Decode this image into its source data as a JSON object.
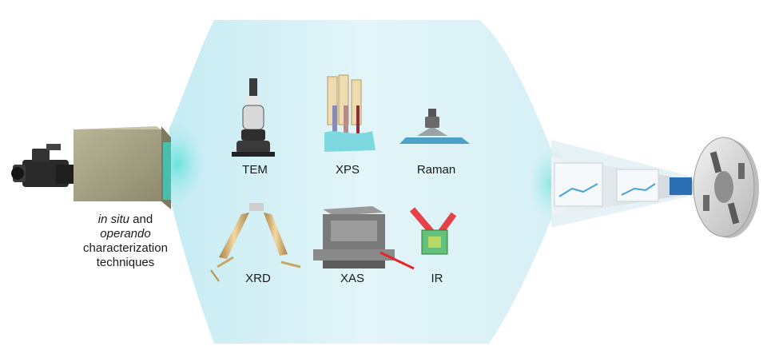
{
  "caption": {
    "line1_italic": "in situ",
    "line1_rest": " and",
    "line2_italic": "operando",
    "line3": "characterization",
    "line4": "techniques"
  },
  "techniques": [
    {
      "label": "TEM",
      "icon": "microscope-icon"
    },
    {
      "label": "XPS",
      "icon": "xps-spectrometer-icon"
    },
    {
      "label": "Raman",
      "icon": "raman-stage-icon"
    },
    {
      "label": "XRD",
      "icon": "diffractometer-icon"
    },
    {
      "label": "XAS",
      "icon": "absorption-cell-icon"
    },
    {
      "label": "IR",
      "icon": "ir-cell-icon"
    }
  ],
  "icons": {
    "camera": "video-camera-icon",
    "projector_box": "projector-box-icon",
    "film_strip": "film-strip-icon",
    "film_reel": "film-reel-icon"
  },
  "colors": {
    "beam": "#cdeef4",
    "box": "#a6a285",
    "glow": "#4fd3c9",
    "laser": "#e8232a"
  }
}
